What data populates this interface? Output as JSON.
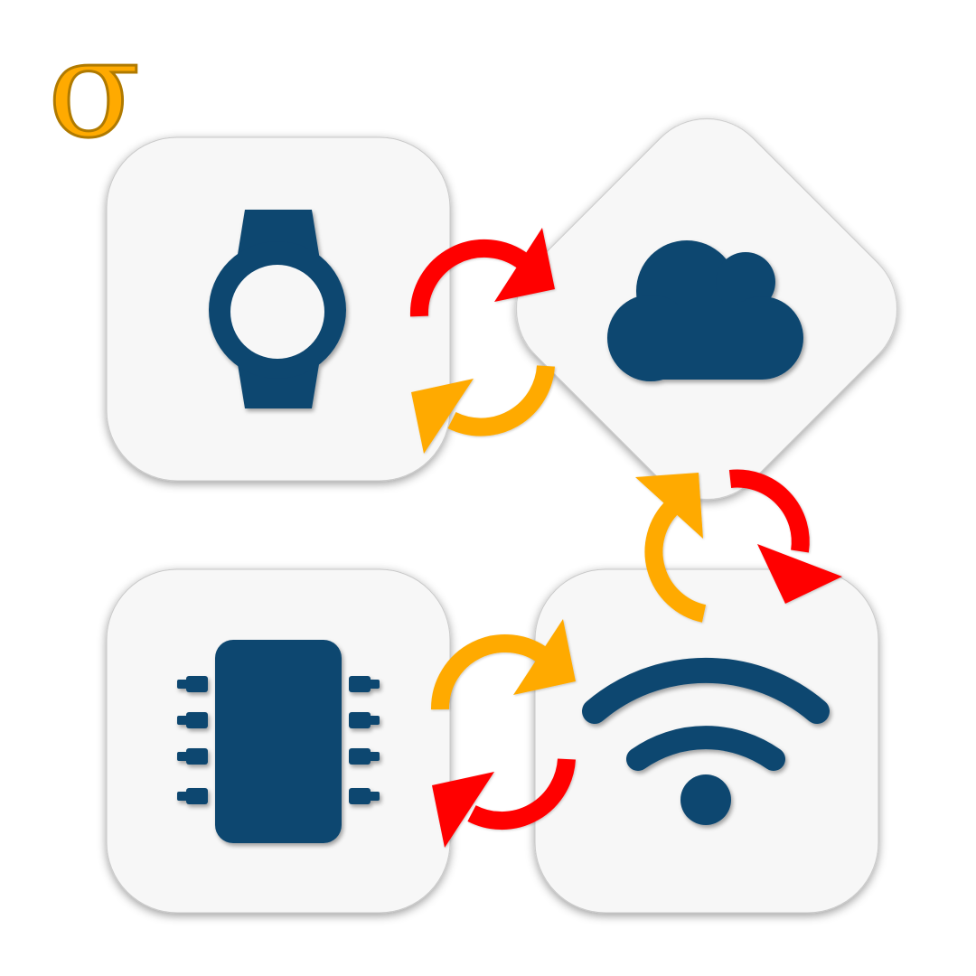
{
  "logo": {
    "glyph": "σ",
    "color": "#FFAA00"
  },
  "colors": {
    "icon": "#0D4670",
    "tile": "#F7F7F7",
    "tile_border": "#C9C9C9",
    "arrow_outgoing": "#FF0000",
    "arrow_incoming": "#FFAA00"
  },
  "nodes": [
    {
      "id": "smartwatch",
      "icon": "watch-icon",
      "shape": "rounded-square"
    },
    {
      "id": "cloud",
      "icon": "cloud-icon",
      "shape": "rounded-diamond"
    },
    {
      "id": "microchip",
      "icon": "chip-icon",
      "shape": "rounded-square"
    },
    {
      "id": "wireless",
      "icon": "wifi-icon",
      "shape": "rounded-square"
    }
  ],
  "links": [
    {
      "from": "smartwatch",
      "to": "cloud",
      "color": "red"
    },
    {
      "from": "cloud",
      "to": "smartwatch",
      "color": "orange"
    },
    {
      "from": "cloud",
      "to": "wireless",
      "color": "red"
    },
    {
      "from": "wireless",
      "to": "cloud",
      "color": "orange"
    },
    {
      "from": "microchip",
      "to": "wireless",
      "color": "orange"
    },
    {
      "from": "wireless",
      "to": "microchip",
      "color": "red"
    }
  ]
}
